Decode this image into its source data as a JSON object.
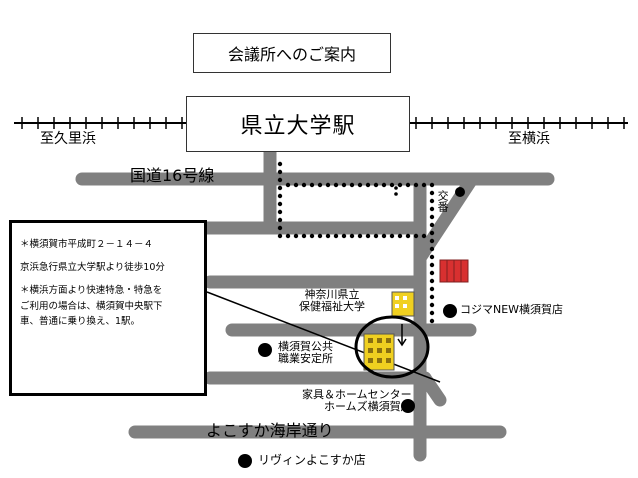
{
  "title": "会議所へのご案内",
  "station": "県立大学駅",
  "rail_west": "至久里浜",
  "rail_east": "至横浜",
  "road_16": "国道16号線",
  "coast_road": "よこすか海岸通り",
  "koban": "交番",
  "info": {
    "address": "＊横須賀市平成町２－１４－４",
    "walk": "京浜急行県立大学駅より徒歩10分",
    "note_line1": "＊横浜方面より快速特急・特急を",
    "note_line2": "ご利用の場合は、横須賀中央駅下",
    "note_line3": "車、普通に乗り換え、1駅。"
  },
  "landmarks": {
    "university_line1": "神奈川県立",
    "university_line2": "保健福祉大学",
    "kojima": "コジマNEW横須賀店",
    "hello_work_line1": "横須賀公共",
    "hello_work_line2": "職業安定所",
    "homes_line1": "家具＆ホームセンター",
    "homes_line2": "ホームズ横須賀店",
    "livin": "リヴィンよこすか店"
  },
  "colors": {
    "road": "#808080",
    "route_dot": "#000000",
    "building_yellow": "#f0d020",
    "building_red": "#d83030"
  }
}
